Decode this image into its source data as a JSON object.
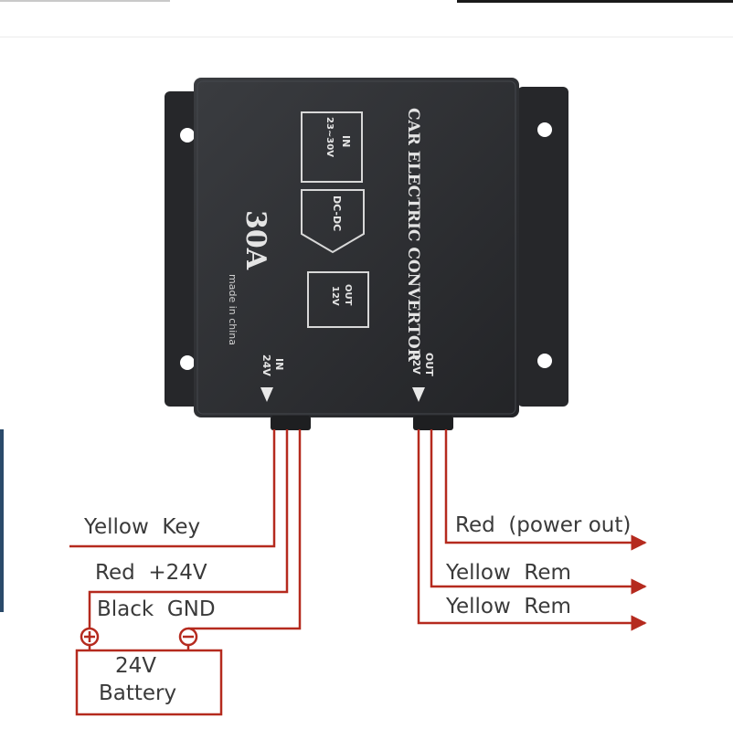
{
  "device": {
    "brand_text": "CAR ELECTRIC CONVERTOR",
    "rating": "30A",
    "origin": "made in china",
    "in_box_title": "IN",
    "in_box_range": "23~30V",
    "mid_box_label": "DC-DC",
    "out_box_title": "OUT",
    "out_box_voltage": "12V",
    "in_port_title": "IN",
    "in_port_voltage": "24V",
    "out_port_title": "OUT",
    "out_port_voltage": "12V"
  },
  "wiring": {
    "left": [
      {
        "label": "Yellow  Key"
      },
      {
        "label": "Red  +24V"
      },
      {
        "label": "Black  GND"
      }
    ],
    "right": [
      {
        "label": "Red  (power out)"
      },
      {
        "label": "Yellow  Rem"
      },
      {
        "label": "Yellow  Rem"
      }
    ]
  },
  "battery": {
    "line1": "24V",
    "line2": "Battery"
  },
  "colors": {
    "wire": "#b52a1e",
    "housing": "#2b2d30",
    "housing_print": "#e4e4e4",
    "label_text": "#3a3a3a"
  },
  "icons": {
    "positive_terminal": "circle-plus-icon",
    "negative_terminal": "circle-minus-icon"
  }
}
